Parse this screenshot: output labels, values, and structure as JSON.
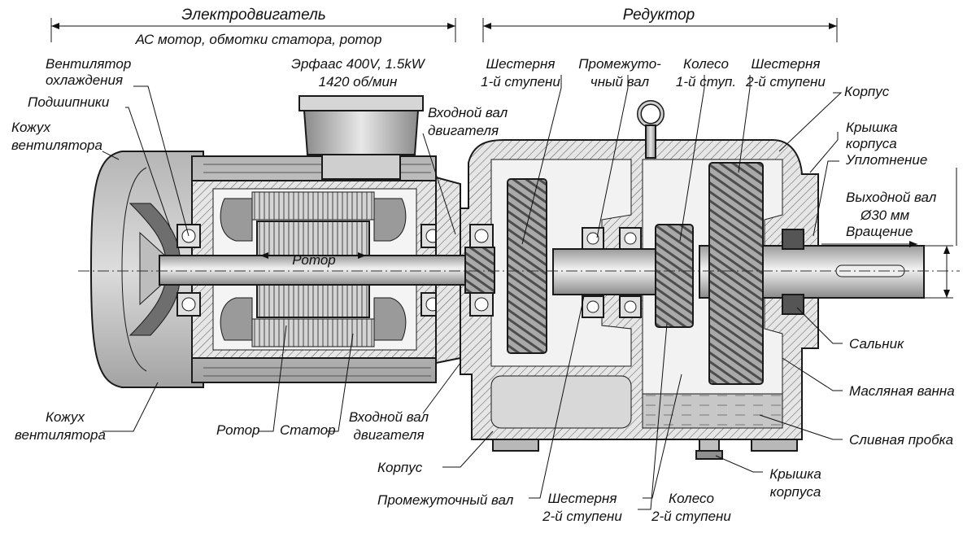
{
  "header": {
    "motor_title": "Электродвигатель",
    "motor_subtitle": "АС мотор, обмотки статора, ротор",
    "reducer_title": "Редуктор",
    "motor_spec_line1": "Эрфаас 400V, 1.5kW",
    "motor_spec_line2": "1420 об/мин"
  },
  "labels": {
    "fan_cooling_1": "Вентилятор",
    "fan_cooling_2": "охлаждения",
    "bearings": "Подшипники",
    "fan_cover_top_1": "Кожух",
    "fan_cover_top_2": "вентилятора",
    "fan_cover_bottom_1": "Кожух",
    "fan_cover_bottom_2": "вентилятора",
    "rotor_inner": "Ротор",
    "rotor_bottom": "Ротор",
    "stator": "Статор",
    "input_shaft_top_1": "Входной вал",
    "input_shaft_top_2": "двигателя",
    "input_shaft_bottom_1": "Входной вал",
    "input_shaft_bottom_2": "двигателя",
    "gear1_1": "Шестерня",
    "gear1_2": "1-й ступени",
    "inter_shaft_top_1": "Промежуто-",
    "inter_shaft_top_2": "чный вал",
    "wheel1_1": "Колесо",
    "wheel1_2": "1-й ступ.",
    "gear2_top_1": "Шестерня",
    "gear2_top_2": "2-й ступени",
    "housing_right": "Корпус",
    "cover_top_1": "Крышка",
    "cover_top_2": "корпуса",
    "seal": "Уплотнение",
    "out_shaft_1": "Выходной вал",
    "out_shaft_2": "Ø30 мм",
    "rotation": "Вращение",
    "oil_seal": "Сальник",
    "oil_bath": "Масляная ванна",
    "drain_plug": "Сливная пробка",
    "housing_bottom": "Корпус",
    "inter_shaft_bottom": "Промежуточный вал",
    "gear2_bottom_1": "Шестерня",
    "gear2_bottom_2": "2-й ступени",
    "wheel2_1": "Колесо",
    "wheel2_2": "2-й ступени",
    "cover_bottom_1": "Крышка",
    "cover_bottom_2": "корпуса"
  }
}
